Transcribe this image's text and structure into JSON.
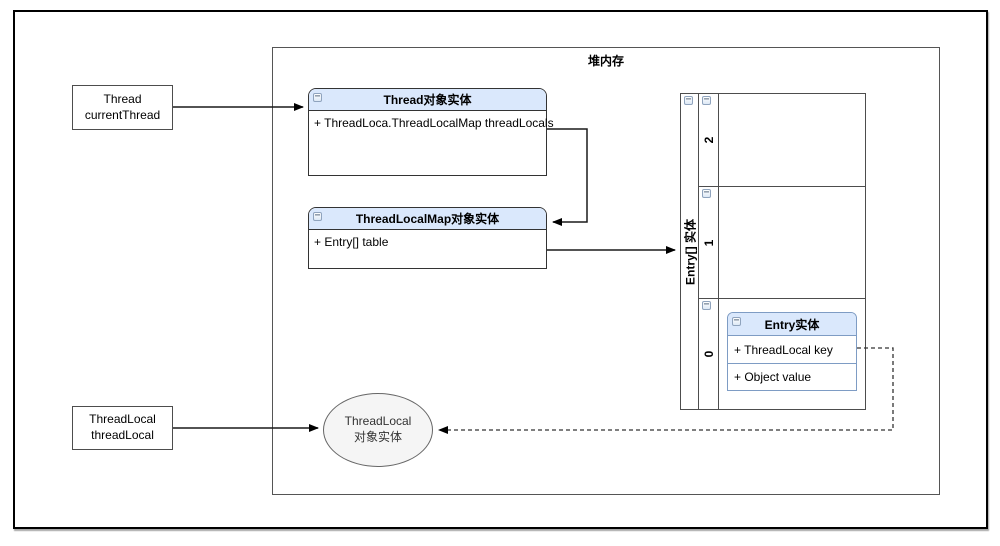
{
  "heap": {
    "title": "堆内存"
  },
  "external": {
    "current_thread": {
      "line1": "Thread",
      "line2": "currentThread"
    },
    "thread_local": {
      "line1": "ThreadLocal",
      "line2": "threadLocal"
    }
  },
  "thread_entity": {
    "title": "Thread对象实体",
    "attributes": [
      "+ ThreadLoca.ThreadLocalMap threadLocals"
    ]
  },
  "map_entity": {
    "title": "ThreadLocalMap对象实体",
    "attributes": [
      "+ Entry[] table"
    ]
  },
  "entry_array": {
    "title": "Entry[] 实体",
    "indices": [
      "2",
      "1",
      "0"
    ]
  },
  "entry_entity": {
    "title": "Entry实体",
    "attributes": [
      "+ ThreadLocal key",
      "+ Object value"
    ]
  },
  "thread_local_object": {
    "line1": "ThreadLocal",
    "line2": "对象实体"
  },
  "icons": {
    "collapse": "−"
  },
  "colors": {
    "class_header_fill": "#dae8fc",
    "entry_border": "#7e9cc4",
    "ellipse_fill": "#f5f5f5",
    "table_border": "#4d4d4d",
    "connector": "#000000"
  }
}
